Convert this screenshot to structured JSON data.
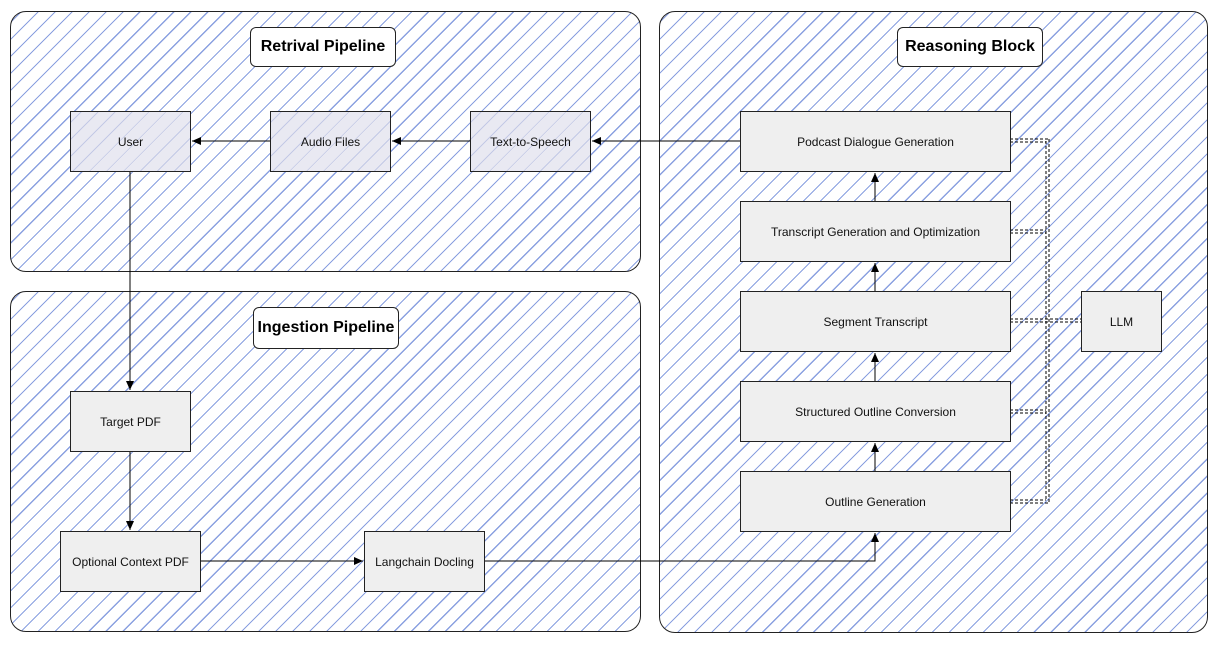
{
  "panels": {
    "retrieval": {
      "title": "Retrival Pipeline"
    },
    "ingestion": {
      "title": "Ingestion Pipeline"
    },
    "reasoning": {
      "title": "Reasoning Block"
    }
  },
  "nodes": {
    "user": "User",
    "audio_files": "Audio Files",
    "tts": "Text-to-Speech",
    "target_pdf": "Target PDF",
    "optional_pdf": "Optional Context PDF",
    "docling": "Langchain Docling",
    "podcast": "Podcast Dialogue Generation",
    "transcript_gen": "Transcript Generation and Optimization",
    "segment": "Segment Transcript",
    "structured": "Structured Outline Conversion",
    "outline": "Outline Generation",
    "llm": "LLM"
  },
  "colors": {
    "hatch": "#8aa0e0",
    "node_fill": "#efefef",
    "line": "#000000"
  }
}
